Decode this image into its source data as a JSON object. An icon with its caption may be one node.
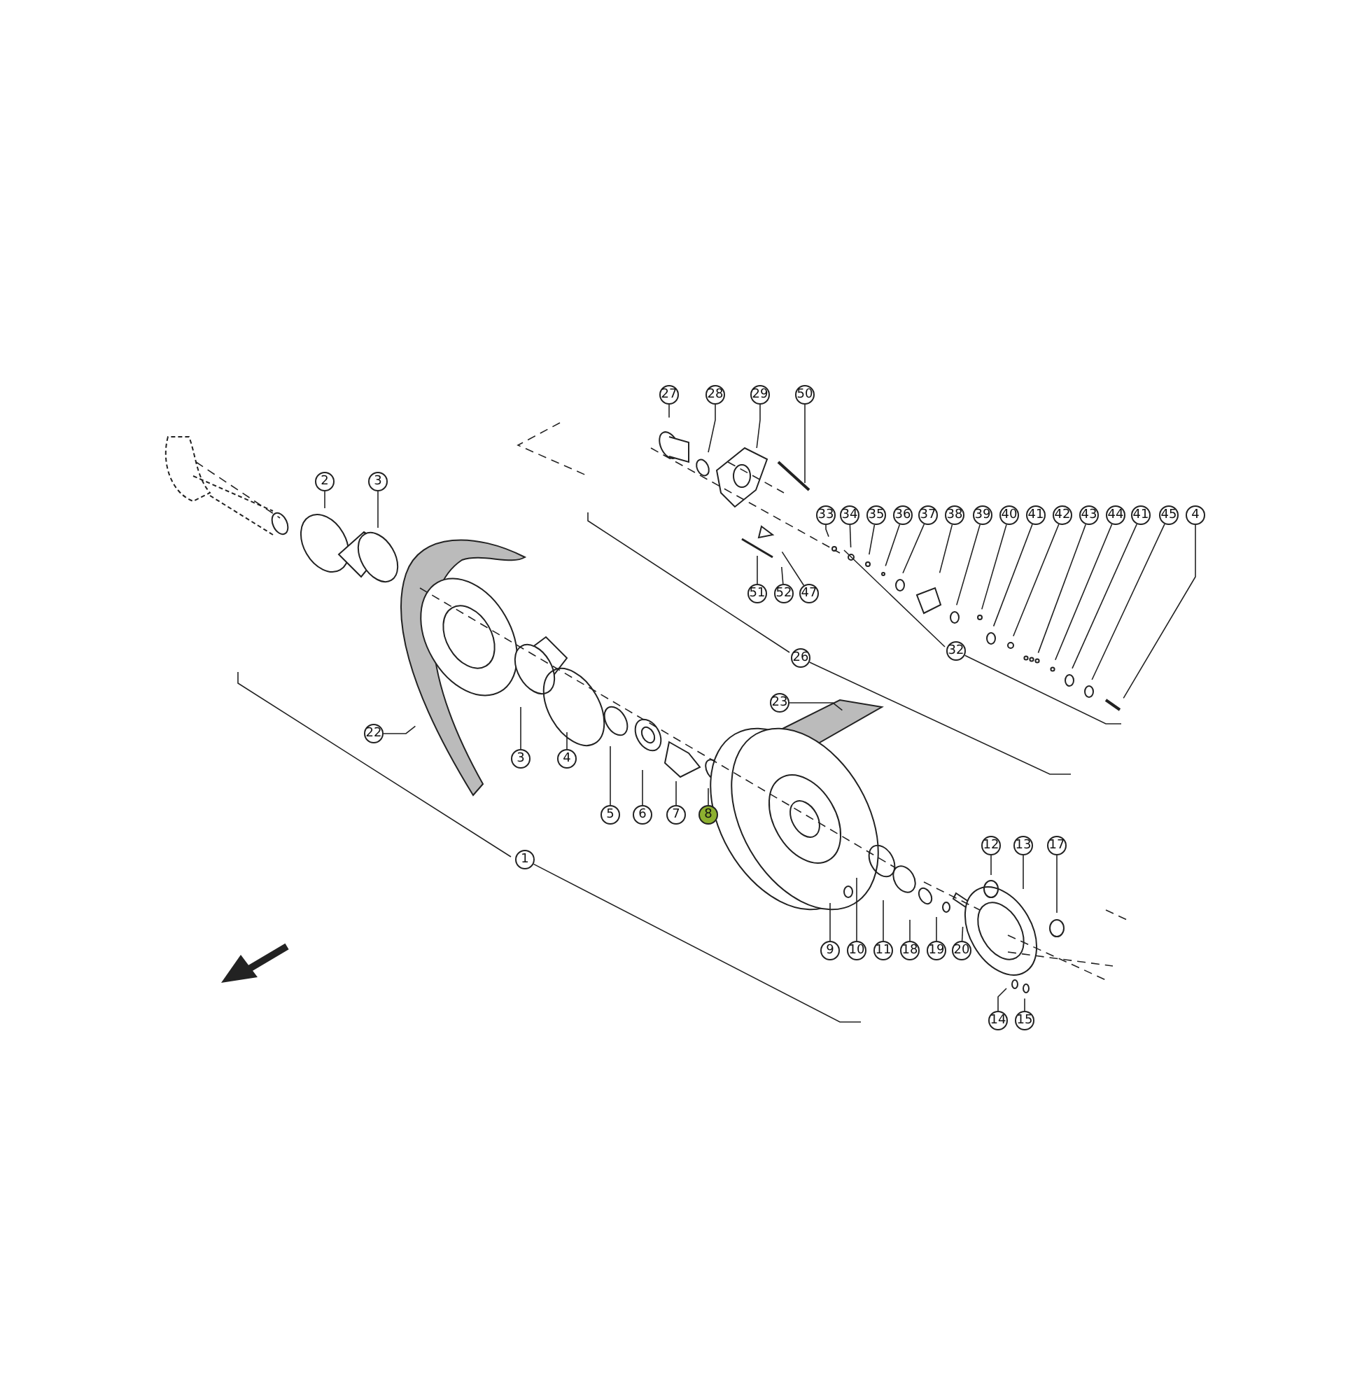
{
  "diagram": {
    "nodes": [
      {
        "text": [
          "27"
        ]
      },
      {
        "text": [
          "28"
        ]
      },
      {
        "text": [
          "29"
        ]
      },
      {
        "text": [
          "50"
        ]
      },
      {
        "text": [
          "2"
        ]
      },
      {
        "text": [
          "3"
        ]
      },
      {
        "text": [
          "33"
        ]
      },
      {
        "text": [
          "34"
        ]
      },
      {
        "text": [
          "35"
        ]
      },
      {
        "text": [
          "36"
        ]
      },
      {
        "text": [
          "37"
        ]
      },
      {
        "text": [
          "38"
        ]
      },
      {
        "text": [
          "39"
        ]
      },
      {
        "text": [
          "40"
        ]
      },
      {
        "text": [
          "41"
        ]
      },
      {
        "text": [
          "42"
        ]
      },
      {
        "text": [
          "43"
        ]
      },
      {
        "text": [
          "44"
        ]
      },
      {
        "text": [
          "41"
        ]
      },
      {
        "text": [
          "45"
        ]
      },
      {
        "text": [
          "4"
        ]
      },
      {
        "text": [
          "51"
        ]
      },
      {
        "text": [
          "52"
        ]
      },
      {
        "text": [
          "47"
        ]
      },
      {
        "text": [
          "32"
        ]
      },
      {
        "text": [
          "26"
        ]
      },
      {
        "text": [
          "23"
        ]
      },
      {
        "text": [
          "22"
        ]
      },
      {
        "text": [
          "3"
        ]
      },
      {
        "text": [
          "4"
        ]
      },
      {
        "text": [
          "5"
        ]
      },
      {
        "text": [
          "6"
        ]
      },
      {
        "text": [
          "7"
        ]
      },
      {
        "text": [
          "8"
        ]
      },
      {
        "text": [
          "12"
        ]
      },
      {
        "text": [
          "13"
        ]
      },
      {
        "text": [
          "17"
        ]
      },
      {
        "text": [
          "1"
        ]
      },
      {
        "text": [
          "9"
        ]
      },
      {
        "text": [
          "10"
        ]
      },
      {
        "text": [
          "11"
        ]
      },
      {
        "text": [
          "18"
        ]
      },
      {
        "text": [
          "19"
        ]
      },
      {
        "text": [
          "20"
        ]
      },
      {
        "text": [
          "14"
        ]
      },
      {
        "text": [
          "15"
        ]
      }
    ],
    "edges": [
      {
        "from": 0,
        "to": null,
        "arrow": "none"
      },
      {
        "from": 1,
        "to": null,
        "arrow": "none"
      },
      {
        "from": 2,
        "to": null,
        "arrow": "none"
      },
      {
        "from": 3,
        "to": null,
        "arrow": "none"
      },
      {
        "from": 4,
        "to": null,
        "arrow": "none"
      },
      {
        "from": 5,
        "to": null,
        "arrow": "none"
      },
      {
        "from": 6,
        "to": null,
        "arrow": "none"
      },
      {
        "from": 7,
        "to": null,
        "arrow": "none"
      },
      {
        "from": 8,
        "to": null,
        "arrow": "none"
      },
      {
        "from": 9,
        "to": null,
        "arrow": "none"
      },
      {
        "from": 10,
        "to": null,
        "arrow": "none"
      },
      {
        "from": 11,
        "to": null,
        "arrow": "none"
      },
      {
        "from": 12,
        "to": null,
        "arrow": "none"
      },
      {
        "from": 13,
        "to": null,
        "arrow": "none"
      },
      {
        "from": 14,
        "to": null,
        "arrow": "none"
      },
      {
        "from": 15,
        "to": null,
        "arrow": "none"
      },
      {
        "from": 16,
        "to": null,
        "arrow": "none"
      },
      {
        "from": 17,
        "to": null,
        "arrow": "none"
      },
      {
        "from": 18,
        "to": null,
        "arrow": "none"
      },
      {
        "from": 19,
        "to": null,
        "arrow": "none"
      },
      {
        "from": 20,
        "to": null,
        "arrow": "none"
      },
      {
        "from": 21,
        "to": null,
        "arrow": "none"
      },
      {
        "from": 22,
        "to": null,
        "arrow": "none"
      },
      {
        "from": 23,
        "to": null,
        "arrow": "none"
      },
      {
        "from": 24,
        "to": null,
        "arrow": "none"
      },
      {
        "from": 25,
        "to": null,
        "arrow": "none"
      },
      {
        "from": 26,
        "to": null,
        "arrow": "none"
      },
      {
        "from": 27,
        "to": null,
        "arrow": "none"
      },
      {
        "from": 28,
        "to": null,
        "arrow": "none"
      },
      {
        "from": 29,
        "to": null,
        "arrow": "none"
      },
      {
        "from": 30,
        "to": null,
        "arrow": "none"
      },
      {
        "from": 31,
        "to": null,
        "arrow": "none"
      },
      {
        "from": 32,
        "to": null,
        "arrow": "none"
      },
      {
        "from": 33,
        "to": null,
        "arrow": "none"
      },
      {
        "from": 34,
        "to": null,
        "arrow": "none"
      },
      {
        "from": 35,
        "to": null,
        "arrow": "none"
      },
      {
        "from": 36,
        "to": null,
        "arrow": "none"
      },
      {
        "from": 37,
        "to": null,
        "arrow": "none"
      },
      {
        "from": 38,
        "to": null,
        "arrow": "none"
      },
      {
        "from": 39,
        "to": null,
        "arrow": "none"
      },
      {
        "from": 40,
        "to": null,
        "arrow": "none"
      },
      {
        "from": 41,
        "to": null,
        "arrow": "none"
      },
      {
        "from": 42,
        "to": null,
        "arrow": "none"
      },
      {
        "from": 43,
        "to": null,
        "arrow": "none"
      },
      {
        "from": 44,
        "to": null,
        "arrow": "none"
      },
      {
        "from": 45,
        "to": null,
        "arrow": "none"
      }
    ]
  }
}
